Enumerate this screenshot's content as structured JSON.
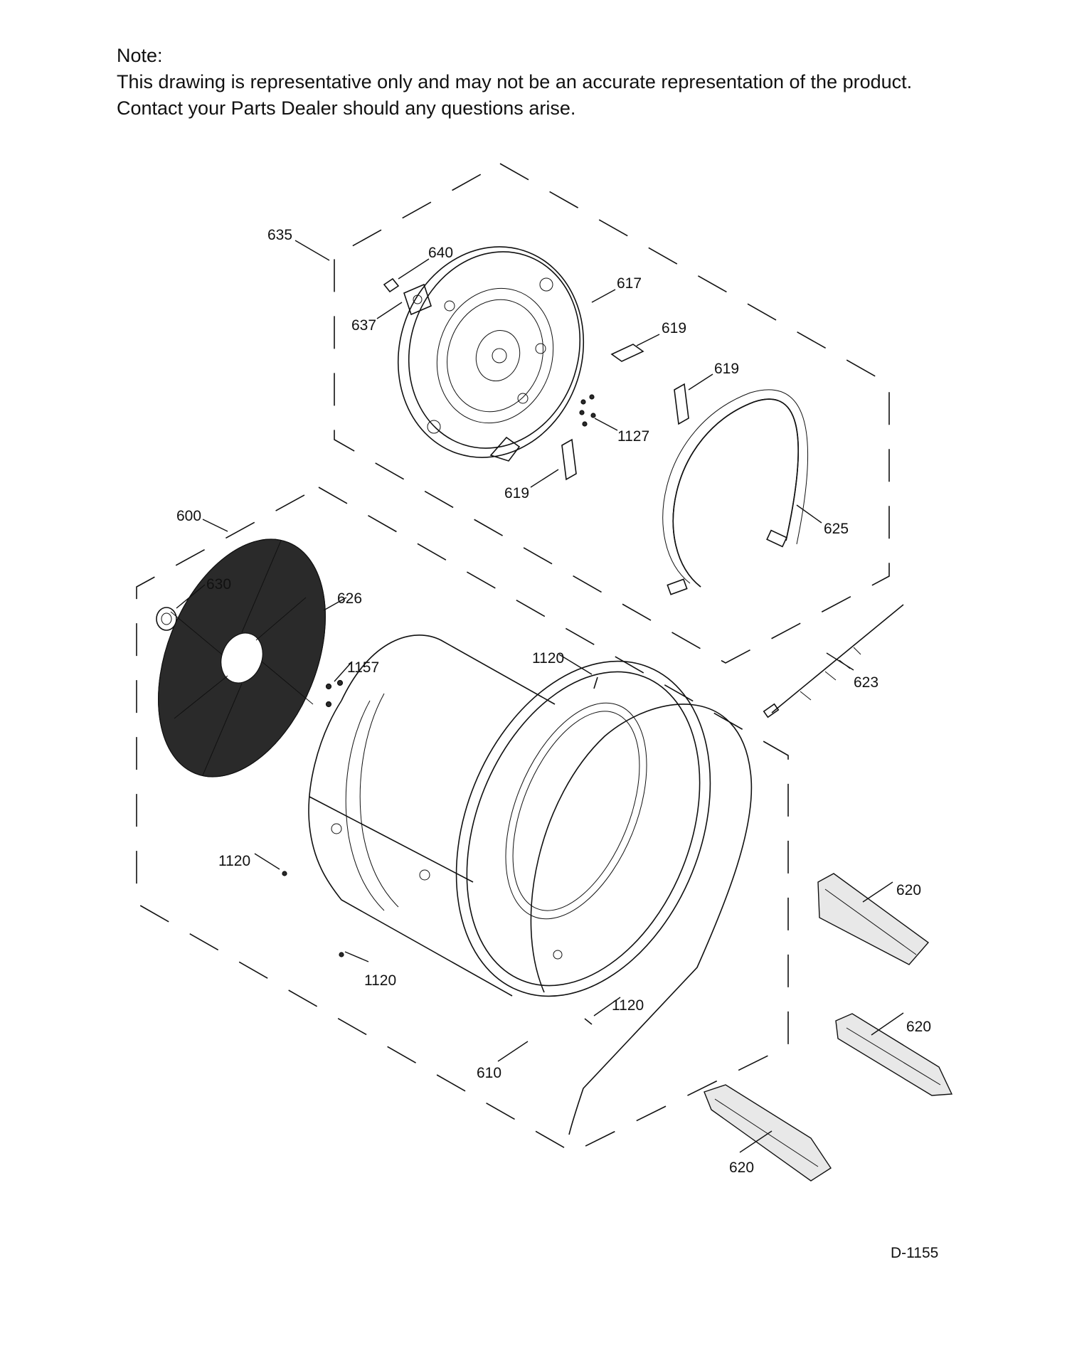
{
  "note": {
    "heading": "Note:",
    "line1": "This drawing is representative only and may not be an accurate representation of the product.",
    "line2": "Contact your Parts Dealer should any questions arise."
  },
  "document_id": "D-1155",
  "colors": {
    "line": "#111111",
    "background": "#ffffff"
  },
  "callouts": {
    "c635": "635",
    "c640": "640",
    "c617": "617",
    "c637": "637",
    "c619a": "619",
    "c619b": "619",
    "c1127": "1127",
    "c619c": "619",
    "c625": "625",
    "c600": "600",
    "c630": "630",
    "c626": "626",
    "c1157": "1157",
    "c1120a": "1120",
    "c623": "623",
    "c1120b": "1120",
    "c620a": "620",
    "c1120c": "1120",
    "c1120d": "1120",
    "c620b": "620",
    "c610": "610",
    "c620c": "620"
  }
}
